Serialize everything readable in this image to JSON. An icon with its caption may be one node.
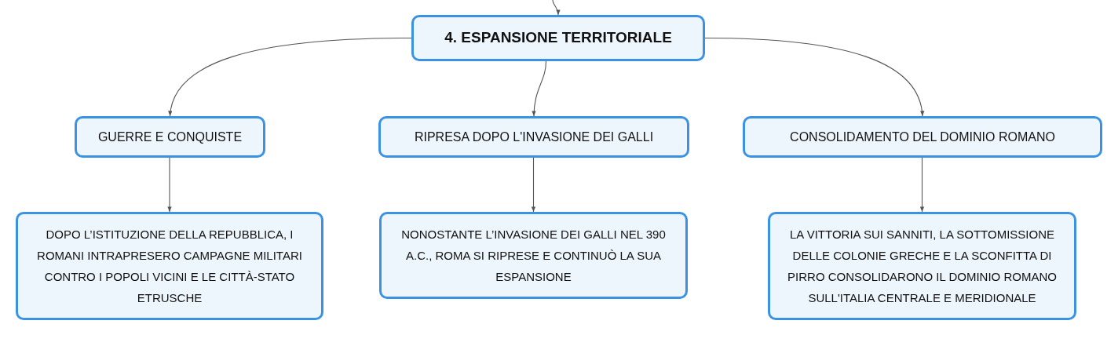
{
  "diagram": {
    "nodes": [
      {
        "text": [
          "4. ESPANSIONE TERRITORIALE"
        ]
      },
      {
        "text": [
          "GUERRE E CONQUISTE"
        ]
      },
      {
        "text": [
          "RIPRESA DOPO L'INVASIONE DEI GALLI"
        ]
      },
      {
        "text": [
          "CONSOLIDAMENTO DEL DOMINIO ROMANO"
        ]
      },
      {
        "text": [
          "DOPO L’ISTITUZIONE DELLA REPUBBLICA, I ROMANI INTRAPRESERO CAMPAGNE MILITARI CONTRO I POPOLI VICINI E LE CITTÀ-STATO ETRUSCHE"
        ]
      },
      {
        "text": [
          "NONOSTANTE L’INVASIONE DEI GALLI NEL 390 A.C., ROMA SI RIPRESE E CONTINUÒ LA SUA ESPANSIONE"
        ]
      },
      {
        "text": [
          "LA VITTORIA SUI SANNITI, LA SOTTOMISSIONE DELLE COLONIE GRECHE E LA SCONFITTA DI PIRRO CONSOLIDARONO IL DOMINIO ROMANO SULL'ITALIA CENTRALE E MERIDIONALE"
        ]
      }
    ],
    "edges": [
      {
        "from": null,
        "to": 0,
        "arrow": "to"
      },
      {
        "from": 0,
        "to": 1,
        "arrow": "to"
      },
      {
        "from": 0,
        "to": 2,
        "arrow": "to"
      },
      {
        "from": 0,
        "to": 3,
        "arrow": "to"
      },
      {
        "from": 1,
        "to": 4,
        "arrow": "to"
      },
      {
        "from": 2,
        "to": 5,
        "arrow": "to"
      },
      {
        "from": 3,
        "to": 6,
        "arrow": "to"
      }
    ]
  }
}
